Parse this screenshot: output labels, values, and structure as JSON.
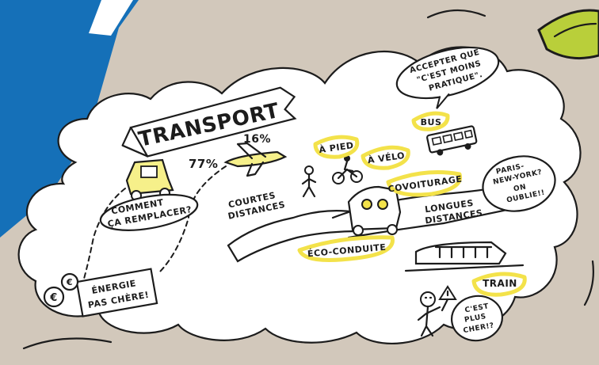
{
  "title": "TRANSPORT",
  "stats": {
    "car_percent": "77%",
    "plane_percent": "16%"
  },
  "labels": {
    "comment_remplacer": [
      "COMMENT",
      "ÇA REMPLACER?"
    ],
    "energie": [
      "ÉNERGIE",
      "PAS CHÈRE!"
    ],
    "courtes_distances": [
      "COURTES",
      "DISTANCES"
    ],
    "longues_distances": [
      "LONGUES",
      "DISTANCES"
    ],
    "a_pied": "À PIED",
    "a_velo": "À VÉLO",
    "covoiturage": "COVOITURAGE",
    "eco_conduite": "ÉCO-CONDUITE",
    "bus": "BUS",
    "train": "TRAIN",
    "accepter": [
      "ACCEPTER QUE",
      "\"C'EST MOINS",
      "PRATIQUE\"."
    ],
    "paris_ny": [
      "PARIS-",
      "NEW-YORK?",
      "ON",
      "OUBLIE!!"
    ],
    "cest_plus_cher": [
      "C'EST",
      "PLUS",
      "CHER!?"
    ]
  },
  "icons": [
    "euro-coin-icon",
    "car-icon",
    "plane-icon",
    "walker-icon",
    "cyclist-icon",
    "carpool-car-icon",
    "bus-icon",
    "train-icon",
    "thinking-person-icon",
    "warning-sign-icon"
  ],
  "colors": {
    "background": "#d2c8bb",
    "cloud": "#ffffff",
    "blue": "#1570b8",
    "highlight": "#f3e24a",
    "ink": "#1c1c1c",
    "leaf": "#b9cf3a"
  }
}
